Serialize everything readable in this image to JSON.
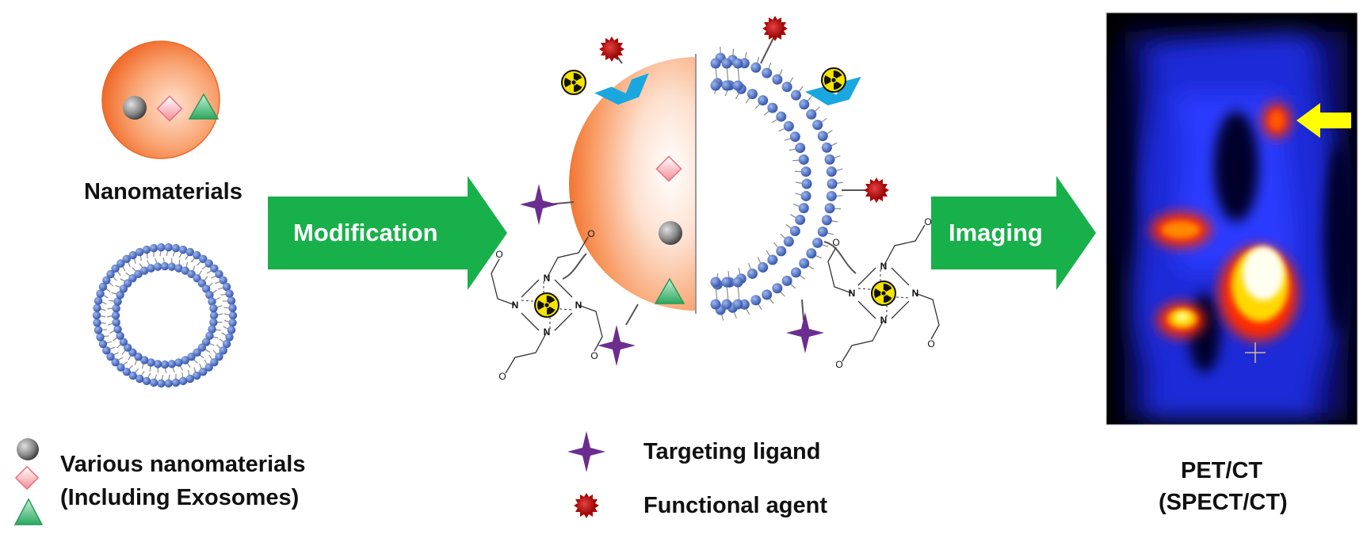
{
  "labels": {
    "nanomaterials": "Nanomaterials",
    "modification": "Modification",
    "imaging": "Imaging",
    "various_line1": "Various nanomaterials",
    "various_line2": "(Including Exosomes)",
    "targeting_ligand": "Targeting ligand",
    "functional_agent": "Functional agent",
    "pet_line1": "PET/CT",
    "pet_line2": "(SPECT/CT)"
  },
  "chelator_atoms": {
    "nitrogen": "N",
    "oxygen": "O"
  },
  "colors": {
    "sphere_orange": "#f47c3c",
    "lipid_blue": "#4a6fc4",
    "arrow_green": "#18b04a",
    "ligand_purple": "#6b2d8f",
    "agent_red": "#c00000",
    "radiation_yellow": "#f5e400",
    "chelator_cyan": "#1aa7e0",
    "pointer_yellow": "#ffff00"
  },
  "icons": [
    "radiation-icon",
    "targeting-ligand-icon",
    "functional-agent-icon",
    "gray-sphere-icon",
    "pink-diamond-icon",
    "green-triangle-icon"
  ]
}
